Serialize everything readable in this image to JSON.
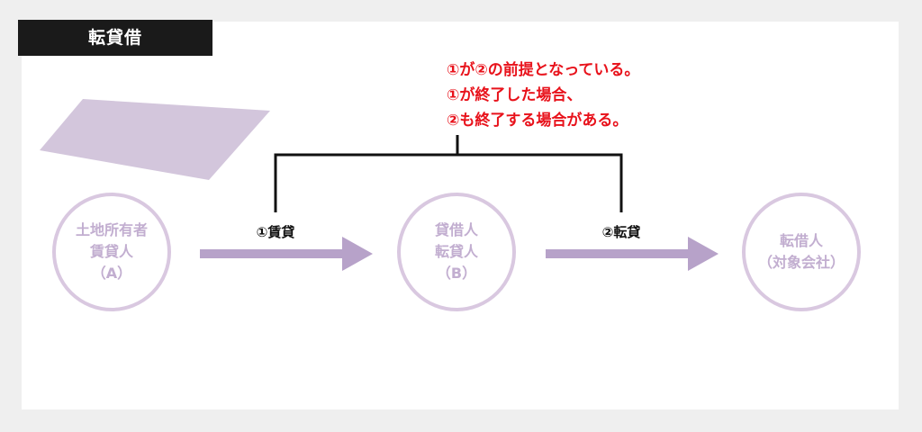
{
  "title": "転貸借",
  "colors": {
    "node_border": "#d9c8e0",
    "node_text": "#c2aed0",
    "arrow": "#b7a2c9",
    "parcel": "#d3c6dc",
    "note": "#e8121b",
    "bracket": "#111111"
  },
  "nodes": [
    {
      "lines": [
        "土地所有者",
        "賃貸人",
        "（A）"
      ]
    },
    {
      "lines": [
        "貸借人",
        "転貸人",
        "（B）"
      ]
    },
    {
      "lines": [
        "転借人",
        "（対象会社）"
      ]
    }
  ],
  "arrows": [
    {
      "label": "①賃貸"
    },
    {
      "label": "②転貸"
    }
  ],
  "note": {
    "lines": [
      "①が②の前提となっている。",
      "①が終了した場合、",
      "②も終了する場合がある。"
    ]
  },
  "icons": [
    "land-parcel-icon",
    "right-arrow-icon"
  ]
}
